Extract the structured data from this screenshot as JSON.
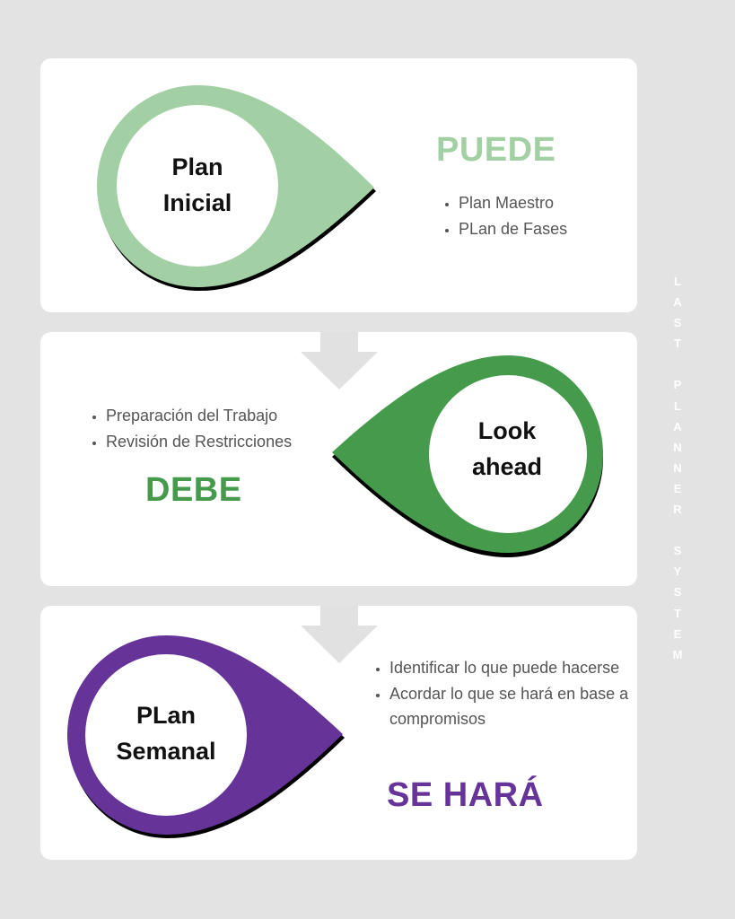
{
  "colors": {
    "light_green": "#a3cfa5",
    "green": "#469a4c",
    "purple": "#663399",
    "arrow": "#e2e1e2"
  },
  "steps": [
    {
      "circle_line1": "Plan",
      "circle_line2": "Inicial",
      "heading": "PUEDE",
      "bullets": [
        "Plan Maestro",
        "PLan de Fases"
      ]
    },
    {
      "circle_line1": "Look",
      "circle_line2": "ahead",
      "heading": "DEBE",
      "bullets": [
        "Preparación del Trabajo",
        "Revisión de Restricciones"
      ]
    },
    {
      "circle_line1": "PLan",
      "circle_line2": "Semanal",
      "heading": "SE HARÁ",
      "bullets": [
        "Identificar lo que puede hacerse",
        "Acordar lo que se hará en base a compromisos"
      ]
    }
  ],
  "side_label": "LAST PLANNER SYSTEM"
}
